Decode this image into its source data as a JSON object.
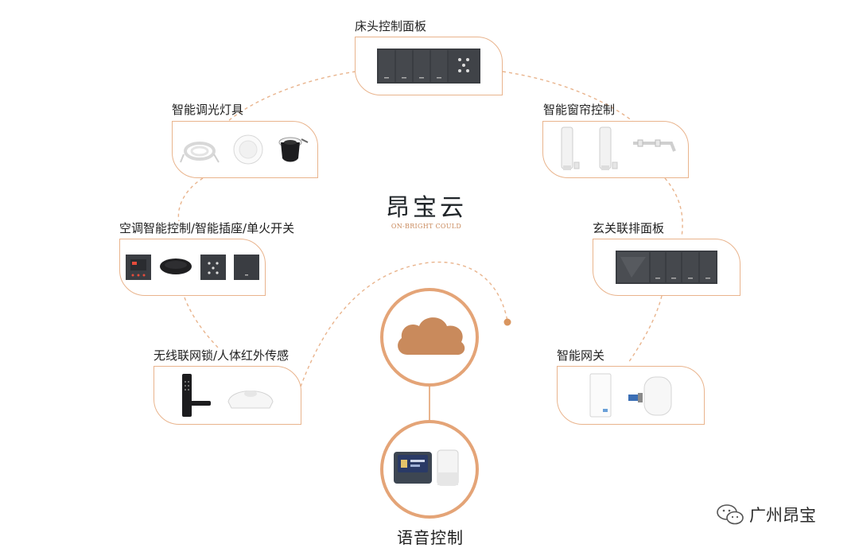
{
  "diagram": {
    "brand": {
      "title": "昂宝云",
      "subtitle": "ON-BRIGHT COULD",
      "accent_color": "#e9b48d",
      "cloud_color": "#c98a5c"
    },
    "nodes": [
      {
        "id": "bedside",
        "label": "床头控制面板",
        "products": [
          "bedside-panel-icon"
        ]
      },
      {
        "id": "curtain",
        "label": "智能窗帘控制",
        "products": [
          "curtain-motor-icon",
          "curtain-motor-icon",
          "curtain-rail-icon"
        ]
      },
      {
        "id": "entrance",
        "label": "玄关联排面板",
        "products": [
          "entrance-panel-icon"
        ]
      },
      {
        "id": "gateway",
        "label": "智能网关",
        "products": [
          "gateway-box-icon",
          "gateway-hub-icon"
        ]
      },
      {
        "id": "lock",
        "label": "无线联网锁/人体红外传感",
        "products": [
          "smart-lock-icon",
          "pir-sensor-icon"
        ]
      },
      {
        "id": "ac",
        "label": "空调智能控制/智能插座/单火开关",
        "products": [
          "thermostat-icon",
          "round-switch-icon",
          "socket-icon",
          "single-fire-switch-icon"
        ]
      },
      {
        "id": "lighting",
        "label": "智能调光灯具",
        "products": [
          "led-strip-icon",
          "downlight-icon",
          "spotlight-icon"
        ]
      }
    ],
    "voice": {
      "label": "语音控制",
      "products": [
        "smart-display-icon",
        "smart-speaker-icon"
      ]
    }
  },
  "watermark": {
    "text": "广州昂宝",
    "icon": "wechat-icon"
  }
}
